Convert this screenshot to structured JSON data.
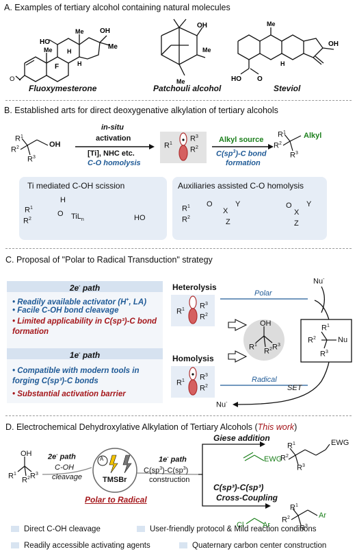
{
  "sectionA": {
    "title": "A. Examples of tertiary alcohol containing natural molecules",
    "molecules": [
      "Fluoxymesterone",
      "Patchouli alcohol",
      "Steviol"
    ]
  },
  "sectionB": {
    "title": "B.  Established arts for direct deoxygenative alkylation of tertiary alcohols",
    "activation_top1": "in-situ",
    "activation_top2": "activation",
    "activation_bottom1": "[Ti], NHC etc.",
    "activation_bottom2": "C-O homolysis",
    "alkyl_source": "Alkyl source",
    "bond_formation1": "C(sp",
    "bond_formation1b": "3",
    "bond_formation1c": ")-C bond",
    "bond_formation2": "formation",
    "product_label": "Alkyl",
    "box1_title": "Ti mediated C-OH scission",
    "box2_title": "Auxiliaries assisted C-O homolysis"
  },
  "sectionC": {
    "title": "C. Proposal of  \"Polar to Radical Transduction\" strategy",
    "two_e_path": "2e",
    "one_e_path": "1e",
    "path_suffix": " path",
    "two_e_points": [
      {
        "text": "• Readily available activator (H",
        "color": "#1f5a96"
      },
      {
        "text": "• Facile C-OH bond cleavage",
        "color": "#1f5a96"
      },
      {
        "text": "• Limited applicability in C(sp³)-C bond formation",
        "color": "#a4161a"
      }
    ],
    "one_e_points": [
      {
        "text": "• Compatible with modern tools in forging C(sp³)-C bonds",
        "color": "#1f5a96"
      },
      {
        "text": "• Substantial activation barrier",
        "color": "#a4161a"
      }
    ],
    "heterolysis": "Heterolysis",
    "homolysis": "Homolysis",
    "polar": "Polar",
    "radical": "Radical",
    "set": "SET",
    "nu": "Nu"
  },
  "sectionD": {
    "title": "D. Electrochemical Dehydroxylative Alkylation of Tertiary Alcohols (",
    "title_highlight": "This work",
    "title_end": ")",
    "two_e_label": "2e",
    "cleavage1": "C-OH",
    "cleavage2": "cleavage",
    "one_e_label": "1e",
    "construction1": "C(sp",
    "construction2": "construction",
    "reagent": "TMSBr",
    "polar_to_radical": "Polar to Radical",
    "giese": "Giese addition",
    "ewg": "EWG",
    "cross1": "C(sp³)-C(sp³)",
    "cross2": "Cross-Coupling",
    "ar": "Ar",
    "features": [
      "Direct C-OH cleavage",
      "User-friendly protocol & Mild reaction conditions",
      "Readily accessible activating agents",
      "Quaternary carbon center construction"
    ]
  },
  "colors": {
    "blue": "#1f5a96",
    "red": "#a4161a",
    "green": "#1b7f1b",
    "box_bg": "#e6edf6",
    "orbital": "#b03030"
  }
}
